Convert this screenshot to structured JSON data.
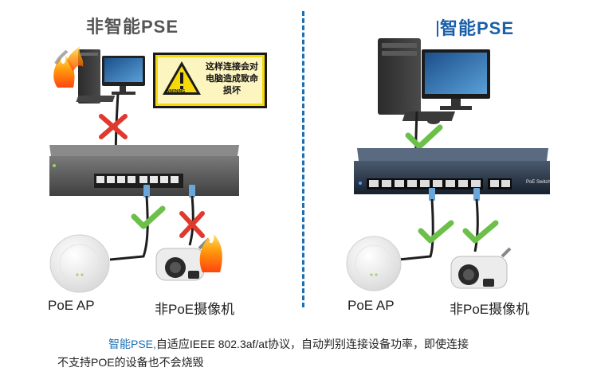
{
  "left": {
    "title": "非智能PSE",
    "warning_text": "这样连接会对电脑造成致命损坏",
    "warning_sign": "WARNING",
    "device_ap": "PoE AP",
    "device_camera": "非PoE摄像机"
  },
  "right": {
    "title": "智能PSE",
    "switch_brand": "PoE Switch",
    "device_ap": "PoE AP",
    "device_camera": "非PoE摄像机"
  },
  "caption": {
    "highlight": "智能PSE,",
    "line1_rest": "自适应IEEE 802.3af/at协议，自动判别连接设备功率，即使连接",
    "line2": "不支持POE的设备也不会烧毁"
  },
  "colors": {
    "title_left": "#555555",
    "title_right": "#1a5fa8",
    "divider": "#1a6fb3",
    "check": "#6cc04a",
    "cross": "#e03a2f",
    "warning_bg": "#f5d90a"
  },
  "icons": [
    "warning-icon",
    "check-icon",
    "cross-icon",
    "fire-icon"
  ]
}
